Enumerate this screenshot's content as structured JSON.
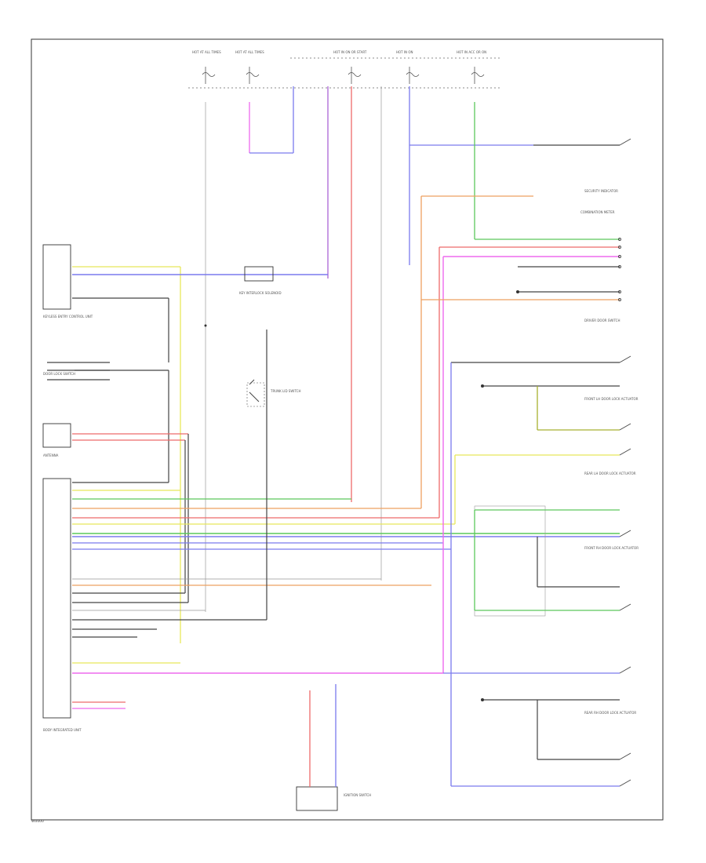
{
  "diagram": {
    "figure_id": "W0000",
    "colors": {
      "yellow": "#e8e85a",
      "blue": "#7a7aee",
      "green": "#5cc85c",
      "red": "#ee6a6a",
      "pink": "#ee6aee",
      "orange": "#eea060",
      "purple": "#b070d8",
      "olive": "#a8b030",
      "tan": "#e8c888",
      "dark": "#444444",
      "grey": "#9a9a9a"
    },
    "fuses": [
      {
        "label": "HOT AT ALL TIMES"
      },
      {
        "label": "HOT AT ALL TIMES"
      },
      {
        "label": "HOT IN ON OR START"
      },
      {
        "label": "HOT IN ON"
      },
      {
        "label": "HOT IN ACC OR ON"
      }
    ],
    "components": {
      "kc_junction": "KEYLESS ENTRY CONTROL UNIT",
      "keyless_relay": "KEY INTERLOCK SOLENOID",
      "door_lock_sw": "DOOR LOCK SWITCH",
      "antenna": "ANTENNA",
      "main_unit": "BODY INTEGRATED UNIT",
      "trunk_sw": "TRUNK LID SWITCH",
      "driver_door": "DRIVER DOOR SWITCH",
      "ignition_sw": "IGNITION SWITCH",
      "front_lh_door": "FRONT LH DOOR LOCK ACTUATOR",
      "front_rh_door": "FRONT RH DOOR LOCK ACTUATOR",
      "rear_lh_door": "REAR LH DOOR LOCK ACTUATOR",
      "rear_rh_door": "REAR RH DOOR LOCK ACTUATOR",
      "combination_meter": "COMBINATION METER",
      "security_ind": "SECURITY INDICATOR"
    }
  }
}
